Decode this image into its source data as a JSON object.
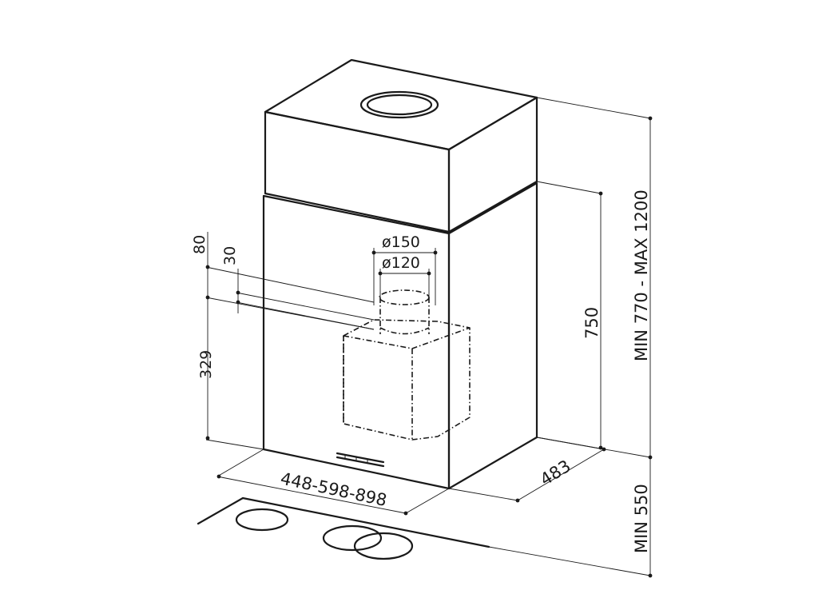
{
  "dimensions": {
    "duct_outer": "ø150",
    "duct_inner": "ø120",
    "offset_80": "80",
    "offset_30": "30",
    "height_329": "329",
    "height_750": "750",
    "height_range": "MIN 770 - MAX 1200",
    "height_min": "MIN 550",
    "width": "448-598-898",
    "depth": "483"
  }
}
